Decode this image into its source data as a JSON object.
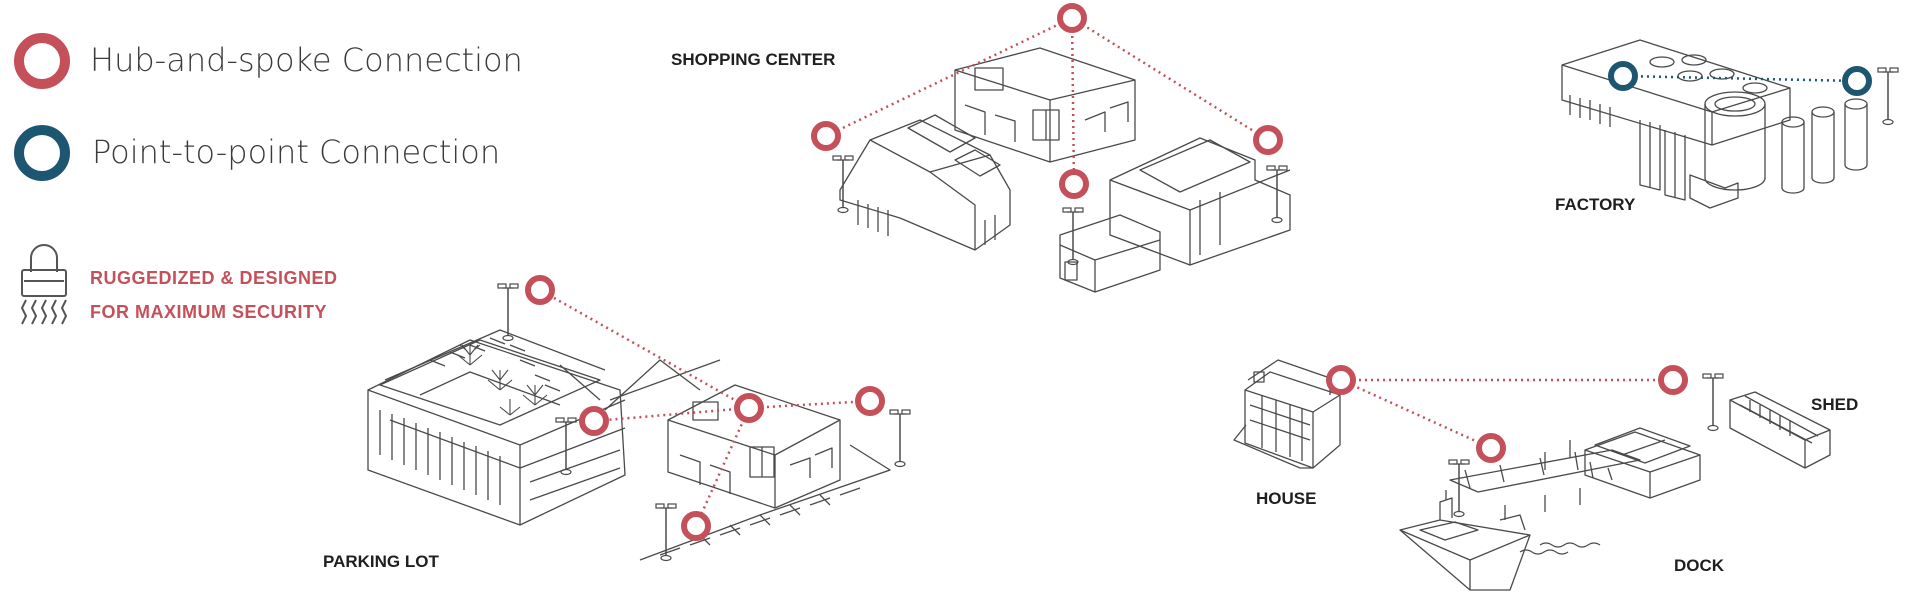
{
  "legend": {
    "hub": {
      "label": "Hub-and-spoke Connection",
      "color": "#c4505a"
    },
    "p2p": {
      "label": "Point-to-point Connection",
      "color": "#1d5670"
    }
  },
  "security": {
    "line1": "RUGGEDIZED & DESIGNED",
    "line2": "FOR MAXIMUM SECURITY",
    "icon": "padlock-waves-icon",
    "color": "#c4505a"
  },
  "places": {
    "shopping_center": "SHOPPING CENTER",
    "factory": "FACTORY",
    "parking_lot": "PARKING LOT",
    "house": "HOUSE",
    "shed": "SHED",
    "dock": "DOCK"
  },
  "colors": {
    "line_art": "#4a4a4a",
    "hub": "#c4505a",
    "p2p": "#1d5670"
  }
}
